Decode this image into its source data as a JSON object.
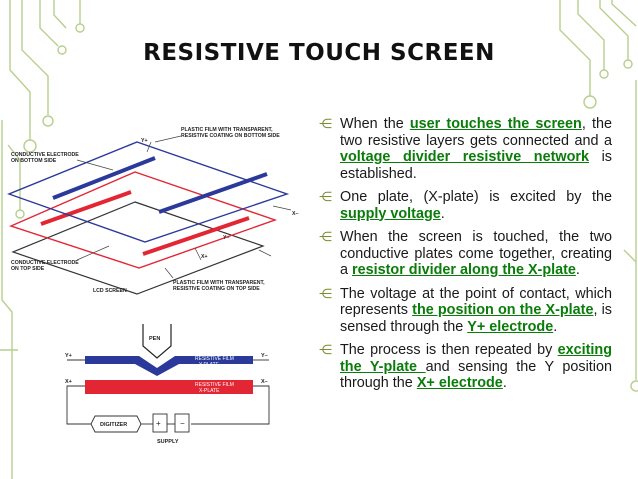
{
  "title": "RESISTIVE TOUCH SCREEN",
  "bullet_marker": "⋲",
  "bullets": [
    {
      "parts": [
        {
          "t": "When the ",
          "h": false
        },
        {
          "t": "user touches the screen",
          "h": true
        },
        {
          "t": ", the two resistive layers gets connected and a ",
          "h": false
        },
        {
          "t": "voltage divider resistive network",
          "h": true
        },
        {
          "t": " is established.",
          "h": false
        }
      ]
    },
    {
      "parts": [
        {
          "t": " One plate, (X-plate) is excited by the ",
          "h": false
        },
        {
          "t": "supply voltage",
          "h": true
        },
        {
          "t": ".",
          "h": false
        }
      ]
    },
    {
      "parts": [
        {
          "t": "When the screen is touched, the two conductive plates come together, creating a ",
          "h": false
        },
        {
          "t": "resistor divider along the X-plate",
          "h": true
        },
        {
          "t": ".",
          "h": false
        }
      ]
    },
    {
      "parts": [
        {
          "t": "The voltage at the point of contact, which represents ",
          "h": false
        },
        {
          "t": "the position on the X-plate",
          "h": true
        },
        {
          "t": ", is sensed through the ",
          "h": false
        },
        {
          "t": "Y+ electrode",
          "h": true
        },
        {
          "t": ".",
          "h": false
        }
      ]
    },
    {
      "parts": [
        {
          "t": "The process is then repeated by ",
          "h": false
        },
        {
          "t": "exciting the Y-plate ",
          "h": true
        },
        {
          "t": "and sensing the Y position through the ",
          "h": false
        },
        {
          "t": "X+ electrode",
          "h": true
        },
        {
          "t": ".",
          "h": false
        }
      ]
    }
  ],
  "diagram_top": {
    "label_film_bottom_1": "PLASTIC FILM WITH TRANSPARENT,",
    "label_film_bottom_2": "RESISTIVE COATING ON BOTTOM SIDE",
    "label_elec_bottom_1": "CONDUCTIVE ELECTRODE",
    "label_elec_bottom_2": "ON BOTTOM SIDE",
    "label_elec_top_1": "CONDUCTIVE ELECTRODE",
    "label_elec_top_2": "ON TOP SIDE",
    "label_lcd": "LCD SCREEN",
    "label_film_top_1": "PLASTIC FILM WITH TRANSPARENT,",
    "label_film_top_2": "RESISTIVE COATING ON TOP SIDE",
    "y_plus": "Y+",
    "y_minus": "Y–",
    "x_plus": "X+",
    "x_minus": "X–"
  },
  "diagram_bottom": {
    "pen": "PEN",
    "film_y_1": "RESISTIVE FILM",
    "film_y_2": "Y-PLATE",
    "film_x_1": "RESISTIVE FILM",
    "film_x_2": "X-PLATE",
    "y_plus": "Y+",
    "y_minus": "Y–",
    "x_plus": "X+",
    "x_minus": "X–",
    "digitizer": "DIGITIZER",
    "supply": "SUPPLY"
  },
  "colors": {
    "circuit_green": "#b7cf8c",
    "red": "#e32634",
    "blue": "#2b3a9a",
    "highlight": "#0a7c0a"
  }
}
